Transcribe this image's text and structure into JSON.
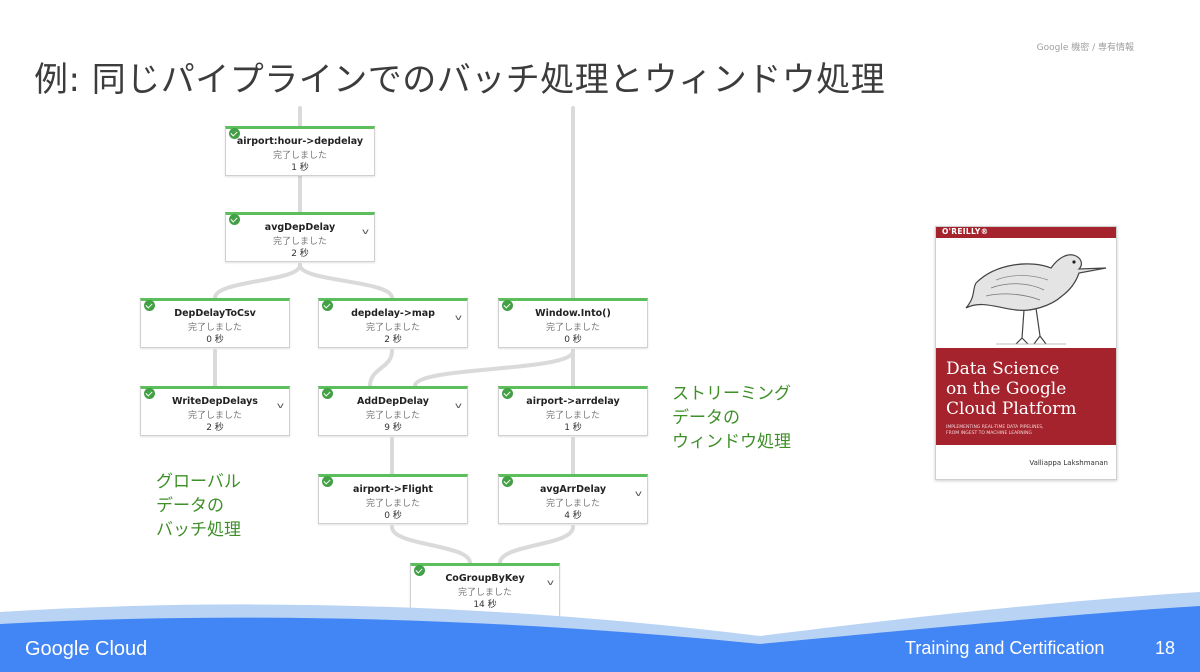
{
  "slide": {
    "title": "例: 同じパイプラインでのバッチ処理とウィンドウ処理",
    "confidential": "Google 機密 / 専有情報"
  },
  "pipeline": {
    "nodes": [
      {
        "id": "n1",
        "name": "airport:hour->depdelay",
        "status": "完了しました",
        "time": "1 秒",
        "expandable": false
      },
      {
        "id": "n2",
        "name": "avgDepDelay",
        "status": "完了しました",
        "time": "2 秒",
        "expandable": true
      },
      {
        "id": "n3",
        "name": "DepDelayToCsv",
        "status": "完了しました",
        "time": "0 秒",
        "expandable": false
      },
      {
        "id": "n4",
        "name": "depdelay->map",
        "status": "完了しました",
        "time": "2 秒",
        "expandable": true
      },
      {
        "id": "n5",
        "name": "Window.Into()",
        "status": "完了しました",
        "time": "0 秒",
        "expandable": false
      },
      {
        "id": "n6",
        "name": "WriteDepDelays",
        "status": "完了しました",
        "time": "2 秒",
        "expandable": true
      },
      {
        "id": "n7",
        "name": "AddDepDelay",
        "status": "完了しました",
        "time": "9 秒",
        "expandable": true
      },
      {
        "id": "n8",
        "name": "airport->arrdelay",
        "status": "完了しました",
        "time": "1 秒",
        "expandable": false
      },
      {
        "id": "n9",
        "name": "airport->Flight",
        "status": "完了しました",
        "time": "0 秒",
        "expandable": false
      },
      {
        "id": "n10",
        "name": "avgArrDelay",
        "status": "完了しました",
        "time": "4 秒",
        "expandable": true
      },
      {
        "id": "n11",
        "name": "CoGroupByKey",
        "status": "完了しました",
        "time": "14 秒",
        "expandable": true
      }
    ]
  },
  "annotations": {
    "streaming": [
      "ストリーミング",
      "データの",
      "ウィンドウ処理"
    ],
    "global": [
      "グローバル",
      "データの",
      "バッチ処理"
    ]
  },
  "book": {
    "publisher": "O'REILLY®",
    "title_lines": [
      "Data Science",
      "on the Google",
      "Cloud Platform"
    ],
    "subtitle_lines": [
      "IMPLEMENTING REAL-TIME DATA PIPELINES,",
      "FROM INGEST TO MACHINE LEARNING"
    ],
    "author": "Valliappa Lakshmanan"
  },
  "footer": {
    "logo": "Google Cloud",
    "program": "Training and Certification",
    "page": "18"
  },
  "colors": {
    "node_top": "#5cbf5c",
    "check": "#43a047",
    "annotation": "#3f8f29",
    "book_red": "#a5232d",
    "footer_blue": "#4285f4",
    "footer_light_blue": "#b9d3f5"
  }
}
